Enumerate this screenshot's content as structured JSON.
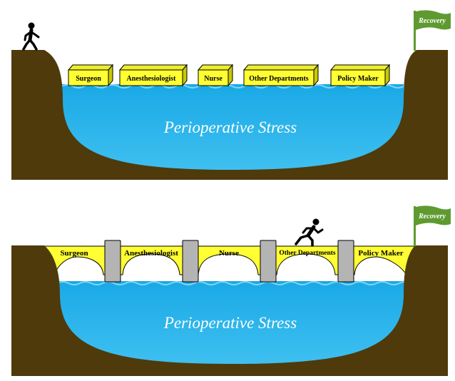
{
  "colors": {
    "earth": "#4f3a0c",
    "water": "#27b6ec",
    "water_light": "#63cdf2",
    "block_yellow": "#ffff33",
    "block_side": "#d6d600",
    "pillar": "#b4b4b4",
    "flag": "#5f9a30"
  },
  "top_panel": {
    "blocks": [
      "Surgeon",
      "Anesthesiologist",
      "Nurse",
      "Other Departments",
      "Policy Maker"
    ],
    "water_label": "Perioperative Stress",
    "flag_label": "Recovery"
  },
  "bottom_panel": {
    "bridge_segments": [
      "Surgeon",
      "Anesthesiologist",
      "Nurse",
      "Other Departments",
      "Policy Maker"
    ],
    "water_label": "Perioperative Stress",
    "flag_label": "Recovery"
  }
}
